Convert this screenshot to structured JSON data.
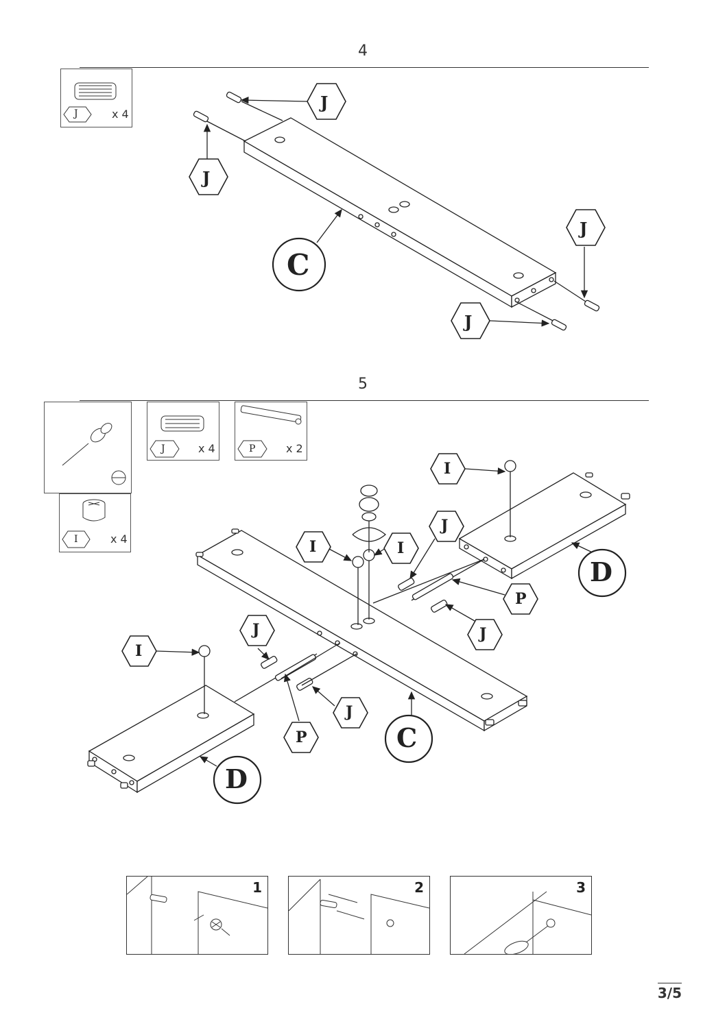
{
  "steps": [
    {
      "number": "4"
    },
    {
      "number": "5"
    }
  ],
  "parts_step4": [
    {
      "letter": "J",
      "qty": "x 4"
    }
  ],
  "parts_step5": [
    {
      "letter": "J",
      "qty": "x 4"
    },
    {
      "letter": "P",
      "qty": "x 2"
    },
    {
      "letter": "I",
      "qty": "x 4"
    }
  ],
  "callouts": {
    "J": "J",
    "C": "C",
    "D": "D",
    "I": "I",
    "P": "P"
  },
  "detail_panels": [
    "1",
    "2",
    "3"
  ],
  "page_number": "3/5"
}
